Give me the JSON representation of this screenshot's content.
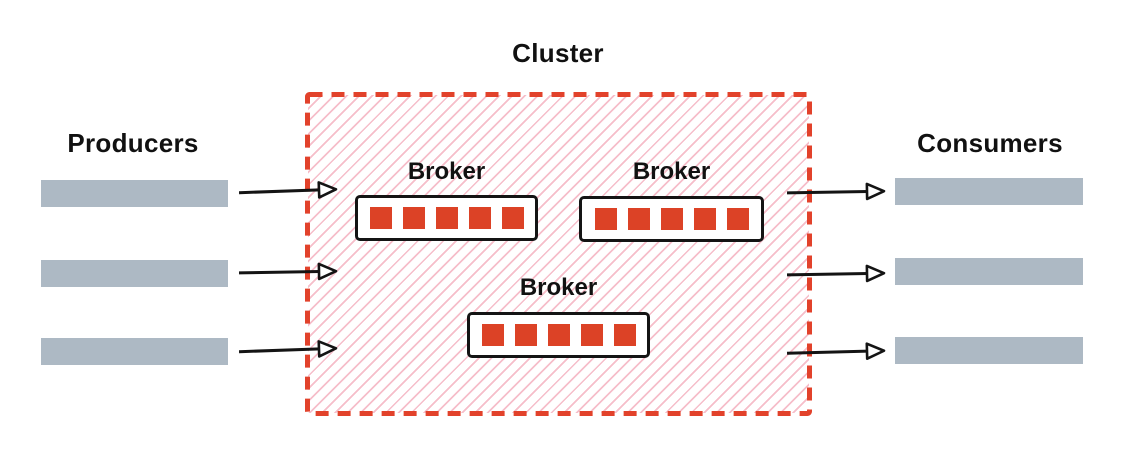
{
  "diagram": {
    "title": "Cluster",
    "cluster": {
      "label": "Cluster",
      "style": "dashed-red-hatched"
    },
    "brokers": [
      {
        "label": "Broker",
        "partitions": 5
      },
      {
        "label": "Broker",
        "partitions": 5
      },
      {
        "label": "Broker",
        "partitions": 5
      }
    ],
    "producers": {
      "label": "Producers",
      "lanes": 3
    },
    "consumers": {
      "label": "Consumers",
      "lanes": 3
    },
    "flows": {
      "producers_to_cluster_arrows": 3,
      "cluster_to_consumers_arrows": 3
    },
    "colors": {
      "accent_red": "#e2422b",
      "partition_red": "#dc4226",
      "hatch_pink": "#f4b2c0",
      "bar_gray": "#adb9c4",
      "text": "#111111",
      "line_black": "#141414"
    }
  }
}
